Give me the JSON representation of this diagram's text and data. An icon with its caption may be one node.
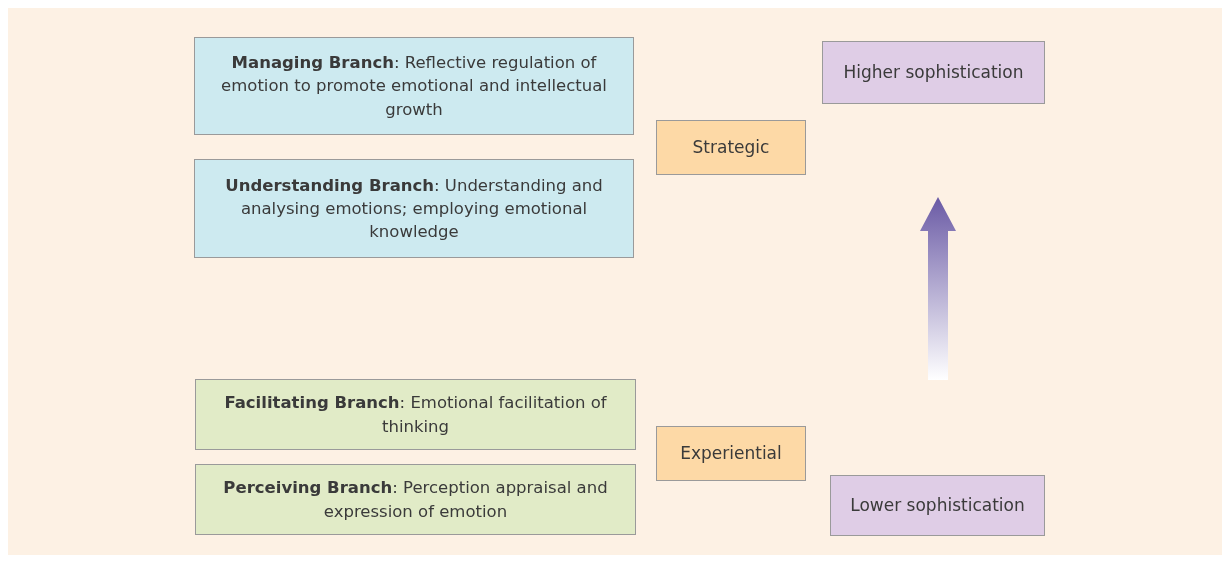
{
  "diagram": {
    "nodes": [
      {
        "text": [
          "**Managing Branch**: Reflective regulation of emotion to promote emotional and intellectual growth"
        ]
      },
      {
        "text": [
          "Higher sophistication"
        ]
      },
      {
        "text": [
          "Strategic"
        ]
      },
      {
        "text": [
          "**Understanding Branch**: Understanding and analysing emotions; employing emotional knowledge"
        ]
      },
      {
        "text": [
          "**Facilitating Branch**: Emotional facilitation of thinking"
        ]
      },
      {
        "text": [
          "Experiential"
        ]
      },
      {
        "text": [
          "**Perceiving Branch**: Perception appraisal and expression of emotion"
        ]
      },
      {
        "text": [
          "Lower sophistication"
        ]
      }
    ]
  }
}
